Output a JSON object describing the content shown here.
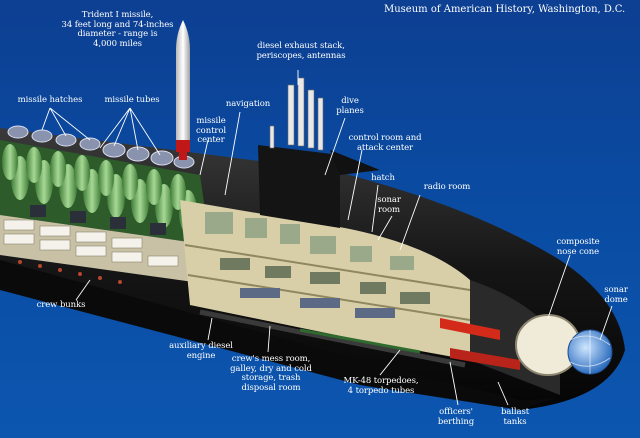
{
  "credit": "Museum of American History, Washington, D.C.",
  "labels": {
    "trident": "Trident I missile,\n34 feet long and 74-inches\ndiameter - range is\n4,000 miles",
    "diesel_stack": "diesel exhaust stack,\nperiscopes, antennas",
    "missile_hatches": "missile hatches",
    "missile_tubes": "missile tubes",
    "navigation": "navigation",
    "missile_control": "missile\ncontrol\ncenter",
    "dive_planes": "dive\nplanes",
    "control_room": "control room and\nattack center",
    "hatch": "hatch",
    "radio_room": "radio room",
    "sonar_room": "sonar\nroom",
    "nose_cone": "composite\nnose cone",
    "sonar_dome": "sonar\ndome",
    "crew_bunks": "crew bunks",
    "aux_diesel": "auxiliary diesel\nengine",
    "mess_room": "crew's mess room,\ngalley, dry and cold\nstorage, trash\ndisposal room",
    "torpedoes": "MK-48 torpedoes,\n4 torpedo tubes",
    "officers": "officers'\nberthing",
    "ballast": "ballast\ntanks"
  },
  "colors": {
    "background": "#0b4aa3",
    "hull": "#1c1c1c",
    "missile_tubes": "#6fae5c",
    "label_text": "#ffffff",
    "torpedo": "#d42a1a",
    "sonar": "#5a9fe0"
  }
}
